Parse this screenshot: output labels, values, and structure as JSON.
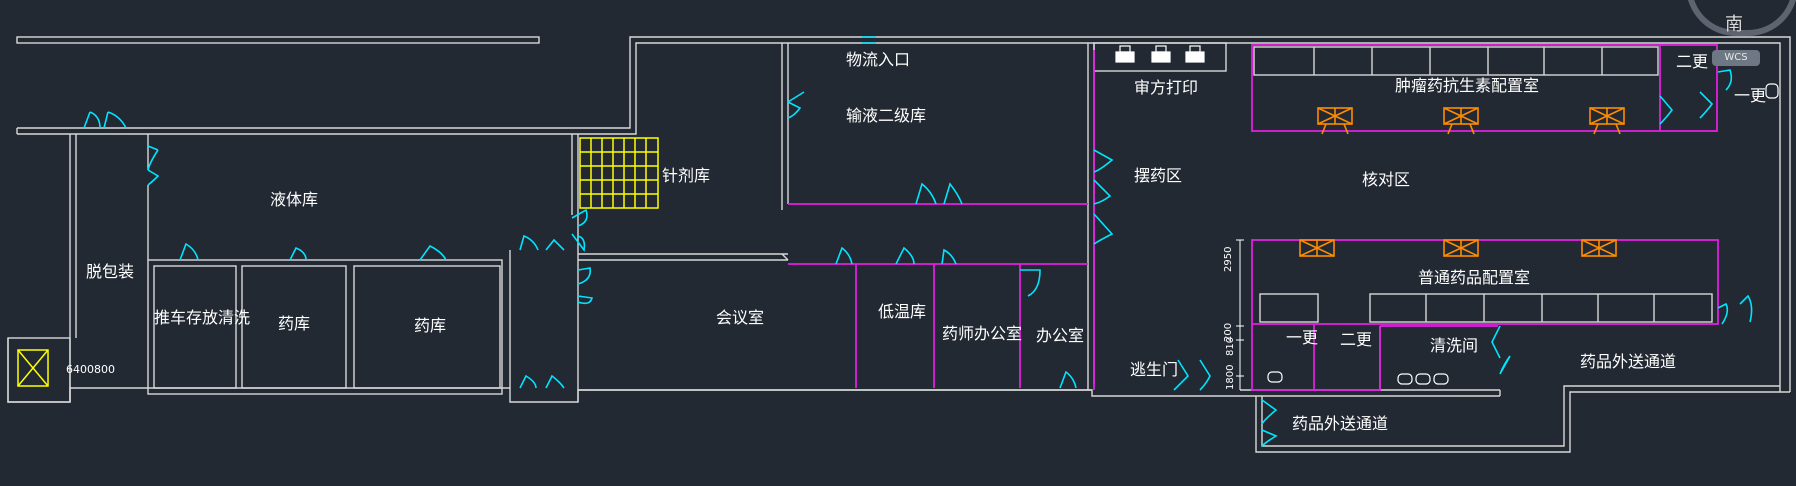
{
  "viewport": {
    "compass_label": "南",
    "ucs_label": "WCS"
  },
  "rooms": {
    "logistics_entrance": "物流入口",
    "infusion_secondary_store": "输液二级库",
    "prescription_print": "审方打印",
    "oncology_antibiotic_room": "肿瘤药抗生素配置室",
    "second_change_top": "二更",
    "first_change_top": "一更",
    "injection_store": "针剂库",
    "liquid_store": "液体库",
    "drug_arrangement": "摆药区",
    "check_area": "核对区",
    "unpacking": "脱包装",
    "general_drug_room": "普通药品配置室",
    "cart_storage_cleaning": "推车存放清洗",
    "drug_store_1": "药库",
    "drug_store_2": "药库",
    "meeting_room": "会议室",
    "cold_store": "低温库",
    "pharmacist_office": "药师办公室",
    "office": "办公室",
    "first_change_bottom": "一更",
    "second_change_bottom": "二更",
    "washroom": "清洗间",
    "drug_outbound_corridor_right": "药品外送通道",
    "escape_door": "逃生门",
    "drug_outbound_corridor_bottom": "药品外送通道",
    "elevator_tag": "6400800"
  },
  "dimensions": {
    "d1": "2950",
    "d2": "200",
    "d3": "810",
    "d4": "1800"
  },
  "colors": {
    "background": "#222933",
    "wall": "#d8d8d8",
    "door": "#00e5ff",
    "partition": "#e020e0",
    "equipment": "#ff8c00",
    "rack": "#ffff00",
    "label": "#ffffff"
  }
}
